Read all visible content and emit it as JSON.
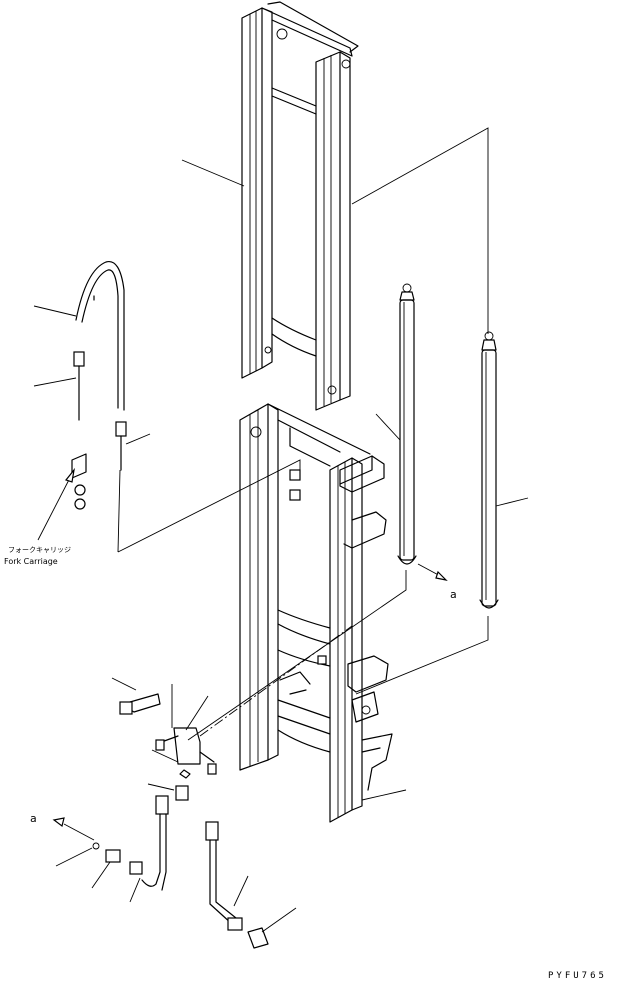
{
  "diagram": {
    "callouts": {
      "fork_carriage_jp": "フォークキャリッジ",
      "fork_carriage_en": "Fork Carriage",
      "ref_a_upper": "a",
      "ref_a_lower": "a"
    },
    "drawing_code": "PYFU765"
  }
}
